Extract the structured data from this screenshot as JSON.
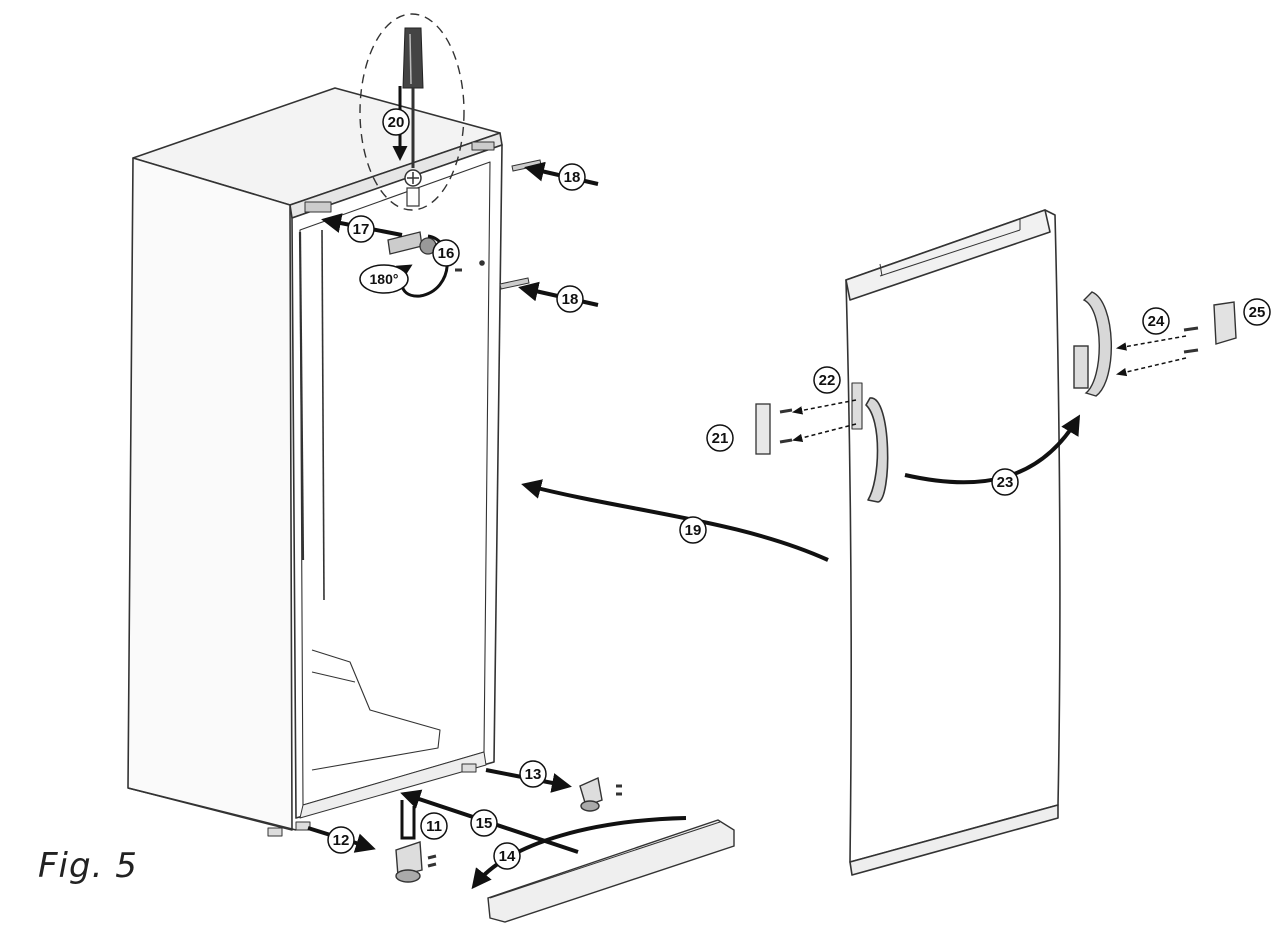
{
  "figure": {
    "caption": "Fig. 5",
    "angle_label": "180°"
  },
  "callouts": [
    {
      "id": "c11",
      "label": "11"
    },
    {
      "id": "c12",
      "label": "12"
    },
    {
      "id": "c13",
      "label": "13"
    },
    {
      "id": "c14",
      "label": "14"
    },
    {
      "id": "c15",
      "label": "15"
    },
    {
      "id": "c16",
      "label": "16"
    },
    {
      "id": "c17",
      "label": "17"
    },
    {
      "id": "c18a",
      "label": "18"
    },
    {
      "id": "c18b",
      "label": "18"
    },
    {
      "id": "c19",
      "label": "19"
    },
    {
      "id": "c20",
      "label": "20"
    },
    {
      "id": "c21",
      "label": "21"
    },
    {
      "id": "c22",
      "label": "22"
    },
    {
      "id": "c23",
      "label": "23"
    },
    {
      "id": "c24",
      "label": "24"
    },
    {
      "id": "c25",
      "label": "25"
    }
  ]
}
